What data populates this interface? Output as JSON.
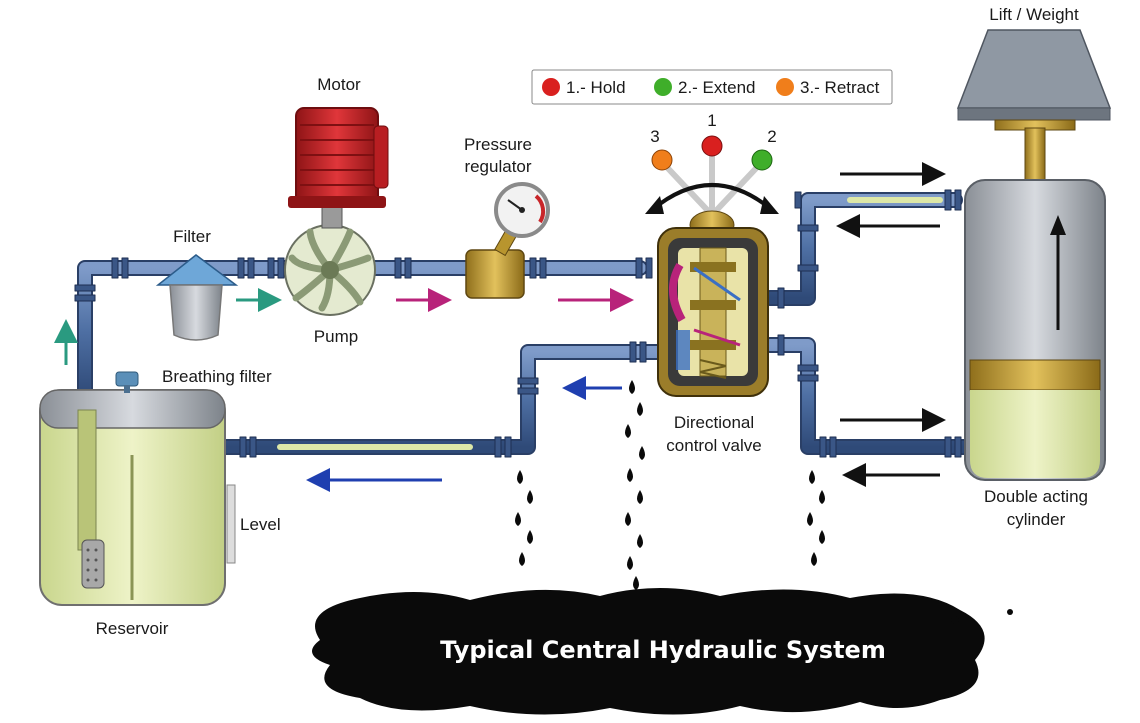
{
  "labels": {
    "motor": "Motor",
    "filter": "Filter",
    "pump": "Pump",
    "pressure_regulator_line1": "Pressure",
    "pressure_regulator_line2": "regulator",
    "breathing_filter": "Breathing filter",
    "reservoir": "Reservoir",
    "level": "Level",
    "directional_valve_line1": "Directional",
    "directional_valve_line2": "control valve",
    "lift_weight": "Lift / Weight",
    "cylinder_line1": "Double acting",
    "cylinder_line2": "cylinder"
  },
  "legend": {
    "items": [
      {
        "label": "1.- Hold",
        "color": "#d9201f"
      },
      {
        "label": "2.- Extend",
        "color": "#3fae2a"
      },
      {
        "label": "3.- Retract",
        "color": "#f07e1b"
      }
    ]
  },
  "lever_numbers": {
    "left": "3",
    "center": "1",
    "right": "2"
  },
  "title": "Typical Central Hydraulic System",
  "colors": {
    "pipe": "#4e6fa3",
    "fluid": "#dde8a8",
    "motor": "#c8262a",
    "brass": "#b8952e",
    "oil_spill": "#0a0a0a",
    "arrow_teal": "#2a9a80",
    "arrow_magenta": "#b8237a",
    "arrow_blue": "#1f3fb0"
  }
}
